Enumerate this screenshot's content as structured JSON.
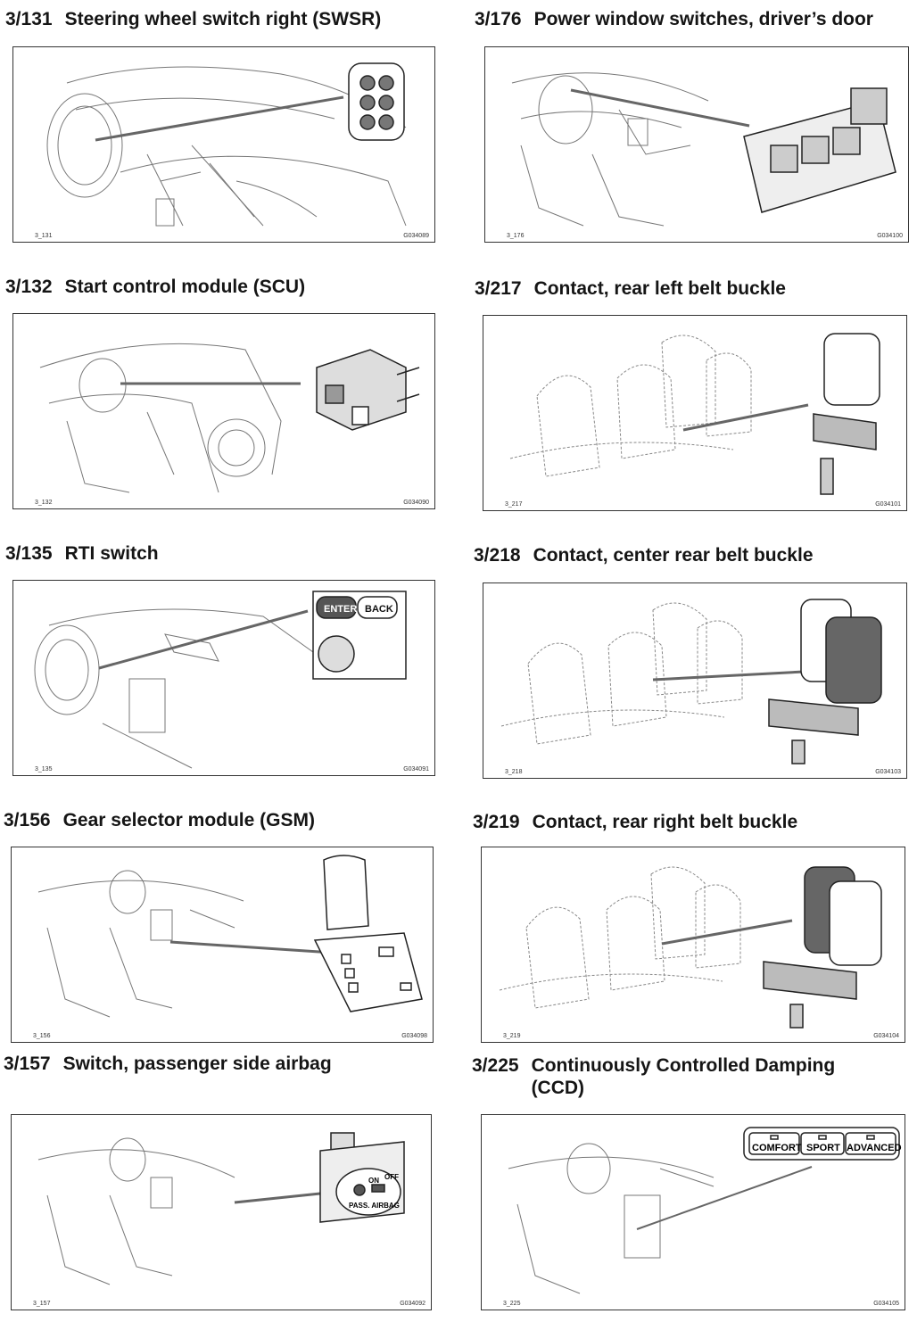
{
  "sections": [
    {
      "number": "3/131",
      "title": "Steering wheel switch right (SWSR)",
      "figure_id": "3_131",
      "figure_code": "G034089"
    },
    {
      "number": "3/176",
      "title": "Power window switches, driver’s door",
      "figure_id": "3_176",
      "figure_code": "G034100"
    },
    {
      "number": "3/132",
      "title": "Start control module (SCU)",
      "figure_id": "3_132",
      "figure_code": "G034090"
    },
    {
      "number": "3/217",
      "title": "Contact, rear left belt buckle",
      "figure_id": "3_217",
      "figure_code": "G034101"
    },
    {
      "number": "3/135",
      "title": "RTI switch",
      "figure_id": "3_135",
      "figure_code": "G034091",
      "button_labels": [
        "ENTER",
        "BACK"
      ]
    },
    {
      "number": "3/218",
      "title": "Contact, center rear belt buckle",
      "figure_id": "3_218",
      "figure_code": "G034103"
    },
    {
      "number": "3/156",
      "title": "Gear selector module (GSM)",
      "figure_id": "3_156",
      "figure_code": "G034098"
    },
    {
      "number": "3/219",
      "title": "Contact, rear right belt buckle",
      "figure_id": "3_219",
      "figure_code": "G034104"
    },
    {
      "number": "3/157",
      "title": "Switch, passenger side airbag",
      "figure_id": "3_157",
      "figure_code": "G034092",
      "switch_labels": [
        "ON",
        "OFF",
        "PASS. AIRBAG"
      ]
    },
    {
      "number": "3/225",
      "title": "Continuously Controlled Damping (CCD)",
      "figure_id": "3_225",
      "figure_code": "G034105",
      "button_labels": [
        "COMFORT",
        "SPORT",
        "ADVANCED"
      ]
    }
  ]
}
